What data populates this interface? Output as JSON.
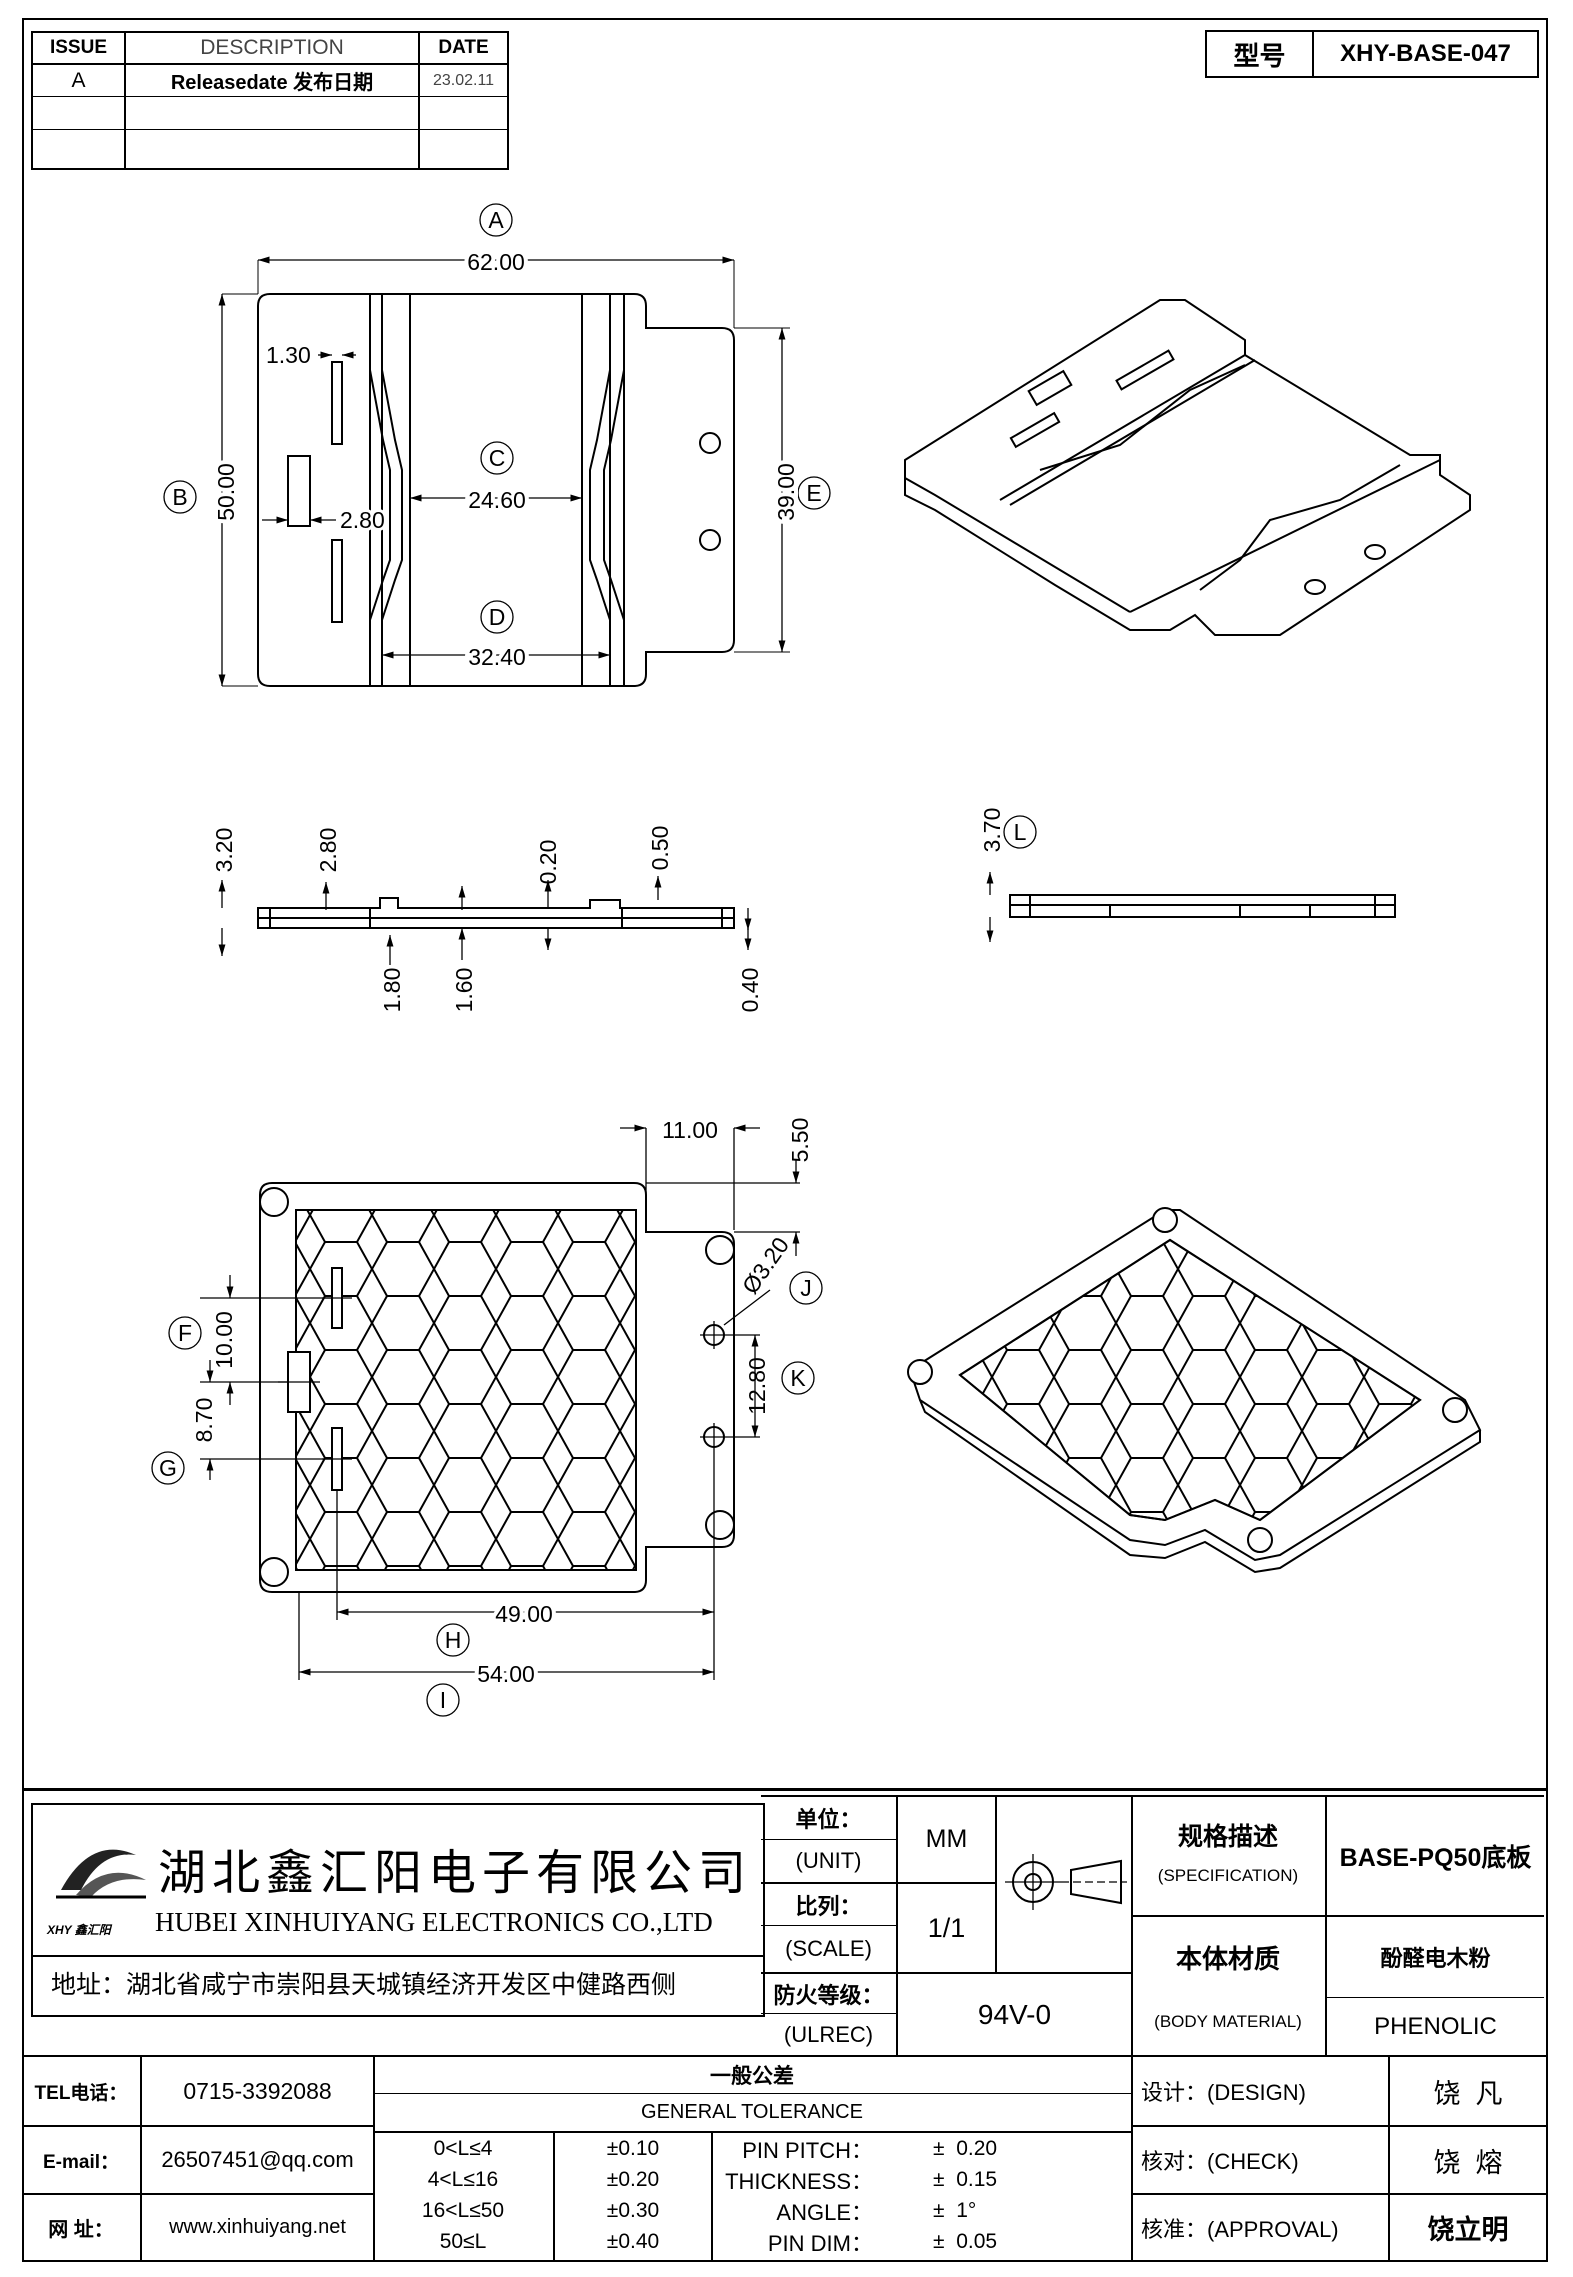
{
  "revision_table": {
    "headers": {
      "issue": "ISSUE",
      "description": "DESCRIPTION",
      "date": "DATE"
    },
    "rows": [
      {
        "issue": "A",
        "description": "Releasedate 发布日期",
        "date": "23.02.11"
      }
    ]
  },
  "model_box": {
    "label": "型号",
    "value": "XHY-BASE-047"
  },
  "dimensions": {
    "top": {
      "A": "62.00",
      "B": "50.00",
      "C": "24.60",
      "D": "32.40",
      "E": "39.00",
      "slot_w": "1.30",
      "slot_h": "2.80"
    },
    "side": {
      "d1": "3.20",
      "d2": "2.80",
      "d3": "0.20",
      "d4": "0.50",
      "d5": "1.80",
      "d6": "1.60",
      "d7": "0.40",
      "L": "3.70"
    },
    "bottom": {
      "w11": "11.00",
      "h55": "5.50",
      "phi": "Ø3.20",
      "F": "10.00",
      "G": "8.70",
      "K": "12.80",
      "H": "49.00",
      "I": "54.00"
    }
  },
  "balloons": [
    "A",
    "B",
    "C",
    "D",
    "E",
    "F",
    "G",
    "H",
    "I",
    "J",
    "K",
    "L"
  ],
  "company": {
    "name_cn": "湖北鑫汇阳电子有限公司",
    "name_en": "HUBEI XINHUIYANG ELECTRONICS CO.,LTD",
    "logo_text": "XHY 鑫汇阳",
    "address": "地址：湖北省咸宁市崇阳县天城镇经济开发区中健路西侧"
  },
  "title_block": {
    "unit_label_cn": "单位：",
    "unit_label_en": "(UNIT)",
    "unit_value": "MM",
    "scale_label_cn": "比列：",
    "scale_label_en": "(SCALE)",
    "scale_value": "1/1",
    "fire_label_cn": "防火等级：",
    "fire_label_en": "(ULREC)",
    "fire_value": "94V-0",
    "spec_label_cn": "规格描述",
    "spec_label_en": "(SPECIFICATION)",
    "spec_value": "BASE-PQ50底板",
    "material_label_cn": "本体材质",
    "material_label_en": "(BODY MATERIAL)",
    "material_value_cn": "酚醛电木粉",
    "material_value_en": "PHENOLIC"
  },
  "contact": {
    "tel_label": "TEL电话：",
    "tel": "0715-3392088",
    "email_label": "E-mail：",
    "email": "26507451@qq.com",
    "web_label": "网  址：",
    "web": "www.xinhuiyang.net"
  },
  "tolerance": {
    "title_cn": "一般公差",
    "title_en": "GENERAL TOLERANCE",
    "rows": [
      {
        "range": "0<L≤4",
        "tol": "±0.10",
        "item": "PIN PITCH：",
        "val": "±  0.20"
      },
      {
        "range": "4<L≤16",
        "tol": "±0.20",
        "item": "THICKNESS：",
        "val": "±  0.15"
      },
      {
        "range": "16<L≤50",
        "tol": "±0.30",
        "item": "ANGLE：",
        "val": "±  1°"
      },
      {
        "range": "50≤L",
        "tol": "±0.40",
        "item": "PIN DIM：",
        "val": "±  0.05"
      }
    ]
  },
  "approvals": [
    {
      "label": "设计：(DESIGN)",
      "name": "饶  凡"
    },
    {
      "label": "核对：(CHECK)",
      "name": "饶  熔"
    },
    {
      "label": "核准：(APPROVAL)",
      "name": "饶立明"
    }
  ]
}
